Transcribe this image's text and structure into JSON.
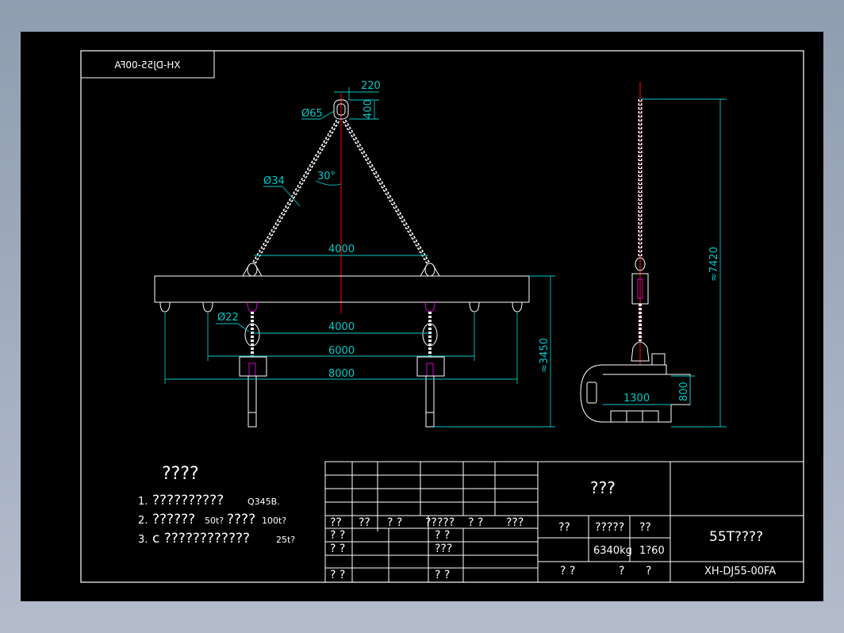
{
  "colors": {
    "frame": "#ffffff",
    "dimension": "#00c8c8",
    "centerline": "#e00000",
    "hook": "#d000d0",
    "background": "#000000"
  },
  "drawing": {
    "mirrored_code": "XH-DJ55-00FA",
    "front_view": {
      "dim_top_width": "220",
      "dim_top_height": "400",
      "dim_ring_dia": "Ø65",
      "dim_chain_dia": "Ø34",
      "dim_angle": "30°",
      "dim_span_top": "4000",
      "dim_hook_dia": "Ø22",
      "dim_span_inner": "4000",
      "dim_span_mid": "6000",
      "dim_span_outer": "8000",
      "dim_height": "≈3450"
    },
    "side_view": {
      "dim_total_height": "≈7420",
      "dim_magnet_width": "1300",
      "dim_magnet_height": "800"
    }
  },
  "notes": {
    "title": "????",
    "lines": [
      {
        "num": "1.",
        "text": "??????????",
        "tail": "Q345B."
      },
      {
        "num": "2.",
        "text": "??????",
        "mid1": "50t?",
        "mid2": "????",
        "tail": "100t?"
      },
      {
        "num": "3.",
        "text": "c ????????????",
        "tail": "25t?"
      }
    ]
  },
  "title_block": {
    "revision_row": [
      "??",
      "??",
      "?  ?",
      "?????",
      "?  ?",
      "???"
    ],
    "left_rows": [
      {
        "a": "?  ?",
        "b": "?  ?"
      },
      {
        "a": "?  ?",
        "b": "???"
      },
      {
        "a": "?  ?",
        "b": "?  ?"
      }
    ],
    "drawing_name_header": "???",
    "material_label": "??",
    "weight_label": "?????",
    "scale_label": "??",
    "weight_value": "6340kg",
    "scale_value": "1?60",
    "sheet_left": "?  ?",
    "sheet_mid": "?",
    "sheet_right": "?",
    "product_name": "55T????",
    "drawing_code": "XH-DJ55-00FA"
  }
}
